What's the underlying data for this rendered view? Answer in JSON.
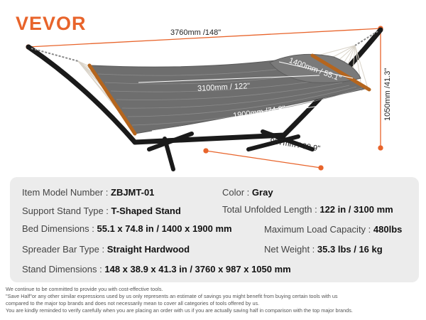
{
  "brand": "VEVOR",
  "dimensions": {
    "total_length": "3760mm /148\"",
    "height": "1050mm /41.3\"",
    "pillow_width": "1400mm / 55.1\"",
    "bed_length": "3100mm / 122\"",
    "bed_width": "1900mm /74.8\"",
    "stand_depth": "987mm / 38.9\""
  },
  "specs": {
    "item_model_label": "Item Model Number :",
    "item_model_value": "ZBJMT-01",
    "color_label": "Color :",
    "color_value": "Gray",
    "stand_type_label": "Support Stand Type :",
    "stand_type_value": "T-Shaped Stand",
    "unfolded_label": "Total Unfolded Length :",
    "unfolded_value": "122 in / 3100 mm",
    "bed_dim_label": "Bed Dimensions :",
    "bed_dim_value": "55.1 x 74.8 in / 1400 x 1900 mm",
    "load_label": "Maximum Load Capacity :",
    "load_value": "480lbs",
    "spreader_label": "Spreader Bar Type :",
    "spreader_value": "Straight Hardwood",
    "weight_label": "Net Weight :",
    "weight_value": "35.3 lbs / 16 kg",
    "stand_dim_label": "Stand Dimensions :",
    "stand_dim_value": "148 x 38.9 x 41.3 in / 3760 x 987 x 1050 mm"
  },
  "disclaimer": [
    "We continue to be committed to provide you with cost-effective tools.",
    "\"Save Half\"or any other similar expressions used by us only represents an estimate of savings you might benefit from buying certain tools with us",
    "compared to the major top brands and does not necessarily mean to cover all categories of tools offered by us.",
    "You are kindly reminded to verify carefully when you are placing an order with us if you are actually saving half in comparison with the top major brands."
  ],
  "colors": {
    "brand_orange": "#e8642b",
    "fabric_gray": "#6e6e6e",
    "stand_black": "#1a1a1a",
    "wood": "#b5651d",
    "spec_bg": "#ececec"
  }
}
